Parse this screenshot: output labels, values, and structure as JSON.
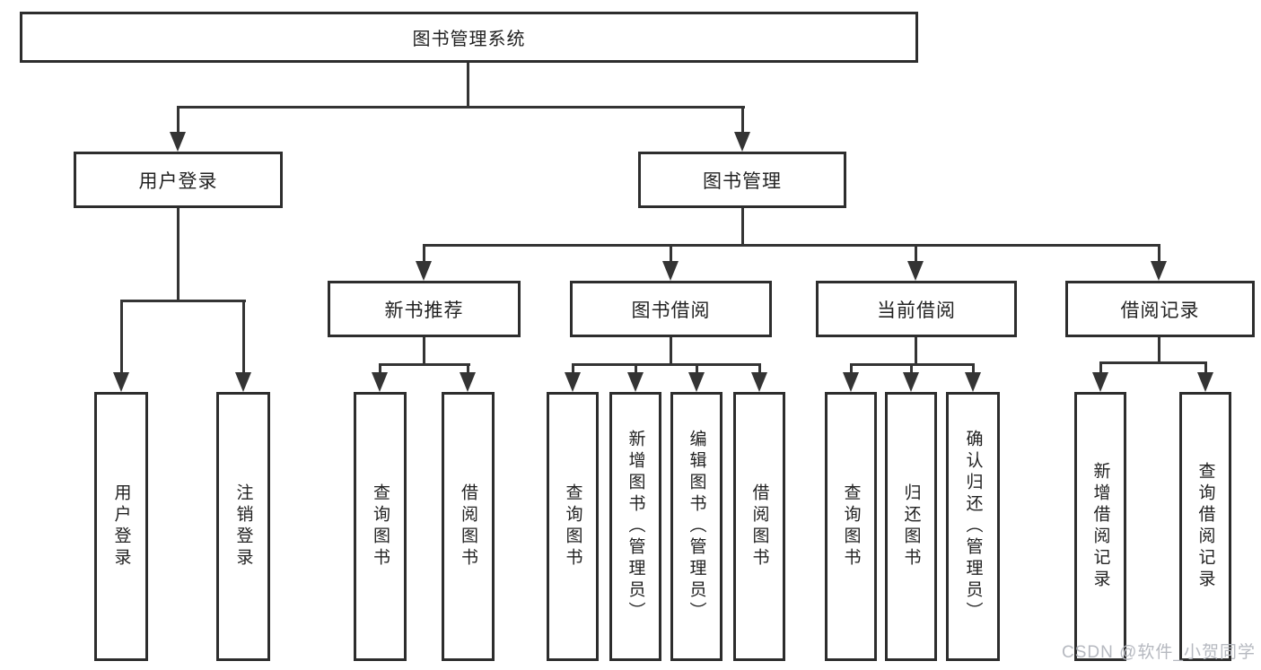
{
  "diagram": {
    "title": "图书管理系统",
    "nodes": {
      "root": "图书管理系统",
      "user_login": "用户登录",
      "book_mgmt": "图书管理",
      "new_book": "新书推荐",
      "book_borrow": "图书借阅",
      "current_borrow": "当前借阅",
      "borrow_record": "借阅记录",
      "user_login_leaf": "用户登录",
      "logout": "注销登录",
      "nb_query": "查询图书",
      "nb_borrow": "借阅图书",
      "bb_query": "查询图书",
      "bb_add": "新增图书（管理员）",
      "bb_edit": "编辑图书（管理员）",
      "bb_borrow": "借阅图书",
      "cb_query": "查询图书",
      "cb_return": "归还图书",
      "cb_confirm": "确认归还（管理员）",
      "br_add": "新增借阅记录",
      "br_query": "查询借阅记录"
    },
    "hierarchy": [
      {
        "parent": "图书管理系统",
        "children": [
          "用户登录",
          "图书管理"
        ]
      },
      {
        "parent": "用户登录",
        "children": [
          "用户登录",
          "注销登录"
        ]
      },
      {
        "parent": "图书管理",
        "children": [
          "新书推荐",
          "图书借阅",
          "当前借阅",
          "借阅记录"
        ]
      },
      {
        "parent": "新书推荐",
        "children": [
          "查询图书",
          "借阅图书"
        ]
      },
      {
        "parent": "图书借阅",
        "children": [
          "查询图书",
          "新增图书（管理员）",
          "编辑图书（管理员）",
          "借阅图书"
        ]
      },
      {
        "parent": "当前借阅",
        "children": [
          "查询图书",
          "归还图书",
          "确认归还（管理员）"
        ]
      },
      {
        "parent": "借阅记录",
        "children": [
          "新增借阅记录",
          "查询借阅记录"
        ]
      }
    ],
    "colors": {
      "line": "#343434",
      "border": "#2d2d2d",
      "text": "#222222",
      "background": "#ffffff",
      "watermark": "#b6b9c0"
    }
  },
  "watermark": {
    "text": "CSDN @软件_小贺同学"
  }
}
